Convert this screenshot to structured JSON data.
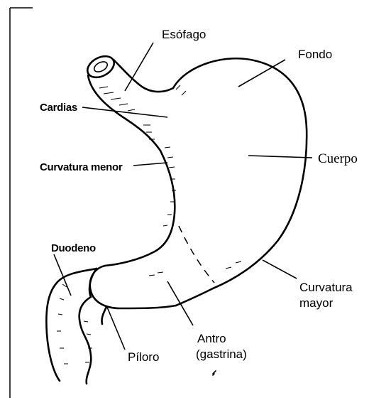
{
  "labels": {
    "esofago": "Esófago",
    "fondo": "Fondo",
    "cardias": "Cardias",
    "cuerpo": "Cuerpo",
    "curvatura_menor": "Curvatura menor",
    "duodeno": "Duodeno",
    "curvatura_mayor_1": "Curvatura",
    "curvatura_mayor_2": "mayor",
    "antro_1": "Antro",
    "antro_2": "(gastrina)",
    "piloro": "Píloro"
  },
  "colors": {
    "ink": "#000000",
    "background": "#ffffff"
  }
}
